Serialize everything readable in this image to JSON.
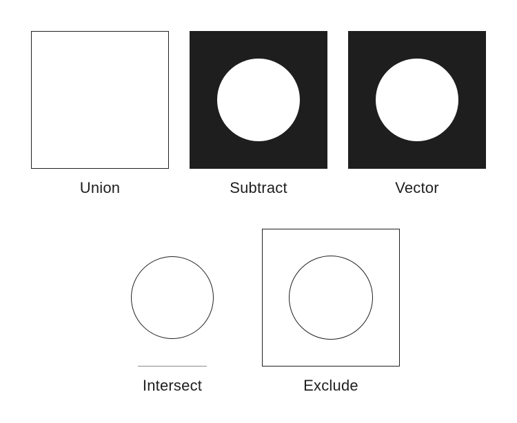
{
  "colors": {
    "fill_dark": "#1e1e1e",
    "fill_light": "#ffffff",
    "stroke": "#1e1e1e",
    "underline": "#8a8a8a",
    "text": "#1e1e1e"
  },
  "operations": [
    {
      "label": "Union",
      "icon": "union-icon"
    },
    {
      "label": "Subtract",
      "icon": "subtract-icon"
    },
    {
      "label": "Vector",
      "icon": "vector-icon"
    },
    {
      "label": "Intersect",
      "icon": "intersect-icon"
    },
    {
      "label": "Exclude",
      "icon": "exclude-icon"
    }
  ]
}
